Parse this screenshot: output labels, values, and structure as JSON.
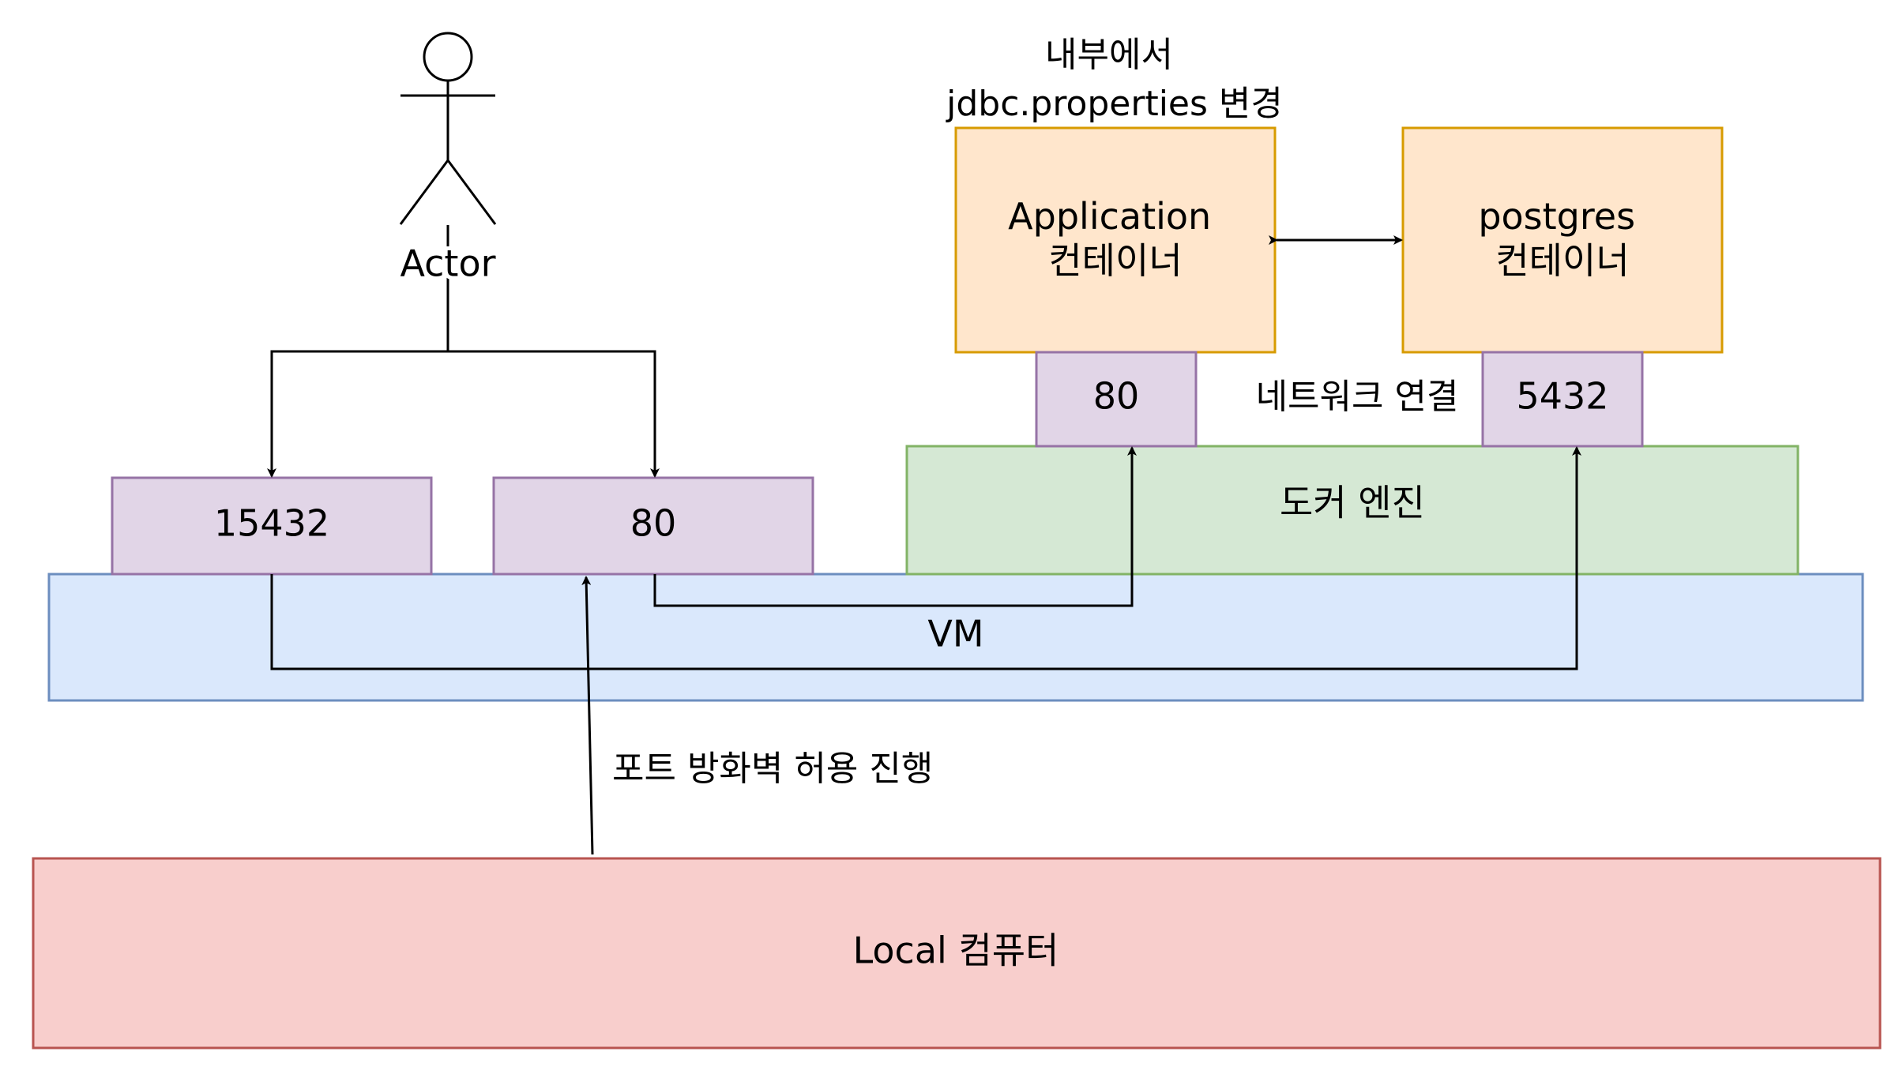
{
  "colors": {
    "port_fill": "#e1d5e7",
    "port_stroke": "#9673a6",
    "vm_fill": "#dae8fc",
    "vm_stroke": "#6c8ebf",
    "docker_fill": "#d5e8d4",
    "docker_stroke": "#82b366",
    "container_fill": "#ffe6cc",
    "container_stroke": "#d79b00",
    "local_fill": "#f8cecc",
    "local_stroke": "#b85450",
    "line": "#000000"
  },
  "actor": {
    "label": "Actor",
    "icon": "stick-figure-icon"
  },
  "vm": {
    "label": "VM",
    "ports": [
      {
        "label": "15432"
      },
      {
        "label": "80"
      }
    ]
  },
  "docker": {
    "label": "도커 엔진"
  },
  "containers": {
    "application": {
      "line1": "Application",
      "line2": "컨테이너",
      "port": "80",
      "note_line1": "내부에서",
      "note_line2": "jdbc.properties 변경"
    },
    "postgres": {
      "line1": "postgres",
      "line2": "컨테이너",
      "port": "5432"
    }
  },
  "network_label": "네트워크 연결",
  "firewall_label": "포트 방화벽 허용 진행",
  "local": {
    "label": "Local 컴퓨터"
  }
}
